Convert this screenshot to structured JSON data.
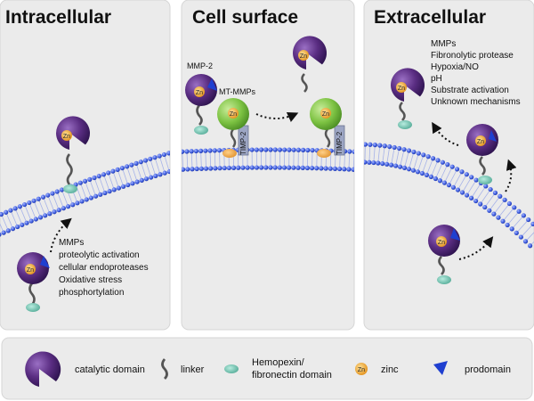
{
  "panels": {
    "intracellular": {
      "title": "Intracellular",
      "list": [
        "MMPs",
        "proteolytic activation",
        "cellular endoproteases",
        "Oxidative stress",
        "phosphortylation"
      ]
    },
    "cell_surface": {
      "title": "Cell surface",
      "label_mmp2": "MMP-2",
      "label_mt_mmps": "MT-MMPs",
      "timp_label": "TIMP-2"
    },
    "extracellular": {
      "title": "Extracellular",
      "list": [
        "MMPs",
        "Fibronolytic protease",
        "Hypoxia/NO",
        "pH",
        "Substrate activation",
        "Unknown mechanisms"
      ]
    }
  },
  "zinc_symbol": "Zn",
  "legend": {
    "catalytic": "catalytic domain",
    "linker": "linker",
    "hemopexin_line1": "Hemopexin/",
    "hemopexin_line2": "fibronectin domain",
    "zinc": "zinc",
    "prodomain": "prodomain"
  },
  "colors": {
    "panel_bg": "#ebebeb",
    "membrane_bead": "#3f5fe0",
    "catalytic_purple": "#5a2d82",
    "prodomain_blue": "#1f3fd0",
    "mt_mmp_green": "#7cc242",
    "hemopexin_teal": "#6fc6b3",
    "zinc_orange": "#f0a030",
    "timp_gray": "#9da6c4"
  }
}
